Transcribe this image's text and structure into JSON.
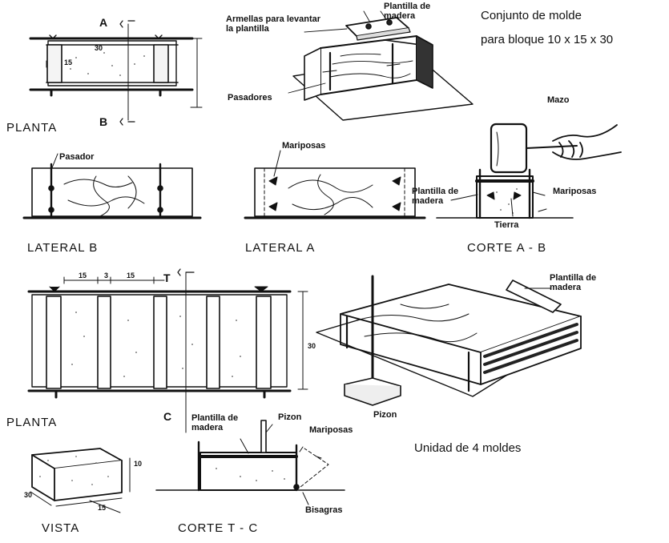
{
  "title": {
    "line1": "Conjunto de molde",
    "line2": "para bloque  10 x 15 x 30"
  },
  "caption_unit": "Unidad de 4 moldes",
  "views": {
    "planta_top": "PLANTA",
    "lateral_b": "LATERAL B",
    "lateral_a": "LATERAL A",
    "corte_ab": "CORTE  A - B",
    "planta_bottom": "PLANTA",
    "vista": "VISTA",
    "corte_tc": "CORTE  T - C"
  },
  "section_marks": {
    "a": "A",
    "b": "B",
    "c": "C",
    "t": "T"
  },
  "labels": {
    "armellas": "Armellas para levantar la plantilla",
    "plantilla_top": "Plantilla de madera",
    "pasadores": "Pasadores",
    "pasador": "Pasador",
    "mariposas_lat": "Mariposas",
    "mazo": "Mazo",
    "plantilla_corte": "Plantilla de madera",
    "mariposas_corte": "Mariposas",
    "tierra": "Tierra",
    "plantilla_unit": "Plantilla de madera",
    "pizon_unit": "Pizon",
    "plantilla_tc": "Plantilla de madera",
    "pizon_tc": "Pizon",
    "mariposas_tc": "Mariposas",
    "bisagras": "Bisagras"
  },
  "dimensions": {
    "plan_length": "30",
    "plan_width": "15",
    "unit_a": "15",
    "unit_b": "3",
    "unit_c": "15",
    "unit_depth": "30",
    "block_l": "30",
    "block_w": "15",
    "block_h": "10"
  }
}
